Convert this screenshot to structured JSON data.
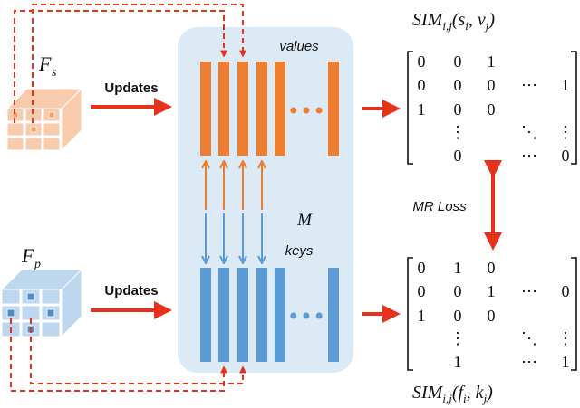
{
  "colors": {
    "orange": "#ED7D31",
    "orange_light": "#F8CBAD",
    "blue": "#5B9BD5",
    "blue_light": "#BDD7EE",
    "red": "#E8311B",
    "memory_bg": "#DCEAF6"
  },
  "memory": {
    "values_label": "values",
    "keys_label": "keys",
    "memory_label": "M",
    "ellipsis": "•••"
  },
  "left": {
    "fs_label": "F",
    "fs_sub": "s",
    "fp_label": "F",
    "fp_sub": "p",
    "updates_top": "Updates",
    "updates_bottom": "Updates"
  },
  "right": {
    "sim_top": {
      "main": "SIM",
      "sub": "i,j",
      "args": "(s",
      "arg1_sub": "i",
      "sep": ", v",
      "arg2_sub": "j",
      "close": ")"
    },
    "sim_bottom": {
      "main": "SIM",
      "sub": "i,j",
      "args": "(f",
      "arg1_sub": "i",
      "sep": ", k",
      "arg2_sub": "j",
      "close": ")"
    },
    "loss_label": "MR Loss",
    "matrix_top": [
      [
        "0",
        "0",
        "1",
        "",
        ""
      ],
      [
        "0",
        "0",
        "0",
        "⋯",
        "1"
      ],
      [
        "1",
        "0",
        "0",
        "",
        ""
      ],
      [
        "",
        "⋮",
        "",
        "⋱",
        "⋮"
      ],
      [
        "",
        "0",
        "",
        "⋯",
        "0"
      ]
    ],
    "matrix_bottom": [
      [
        "0",
        "1",
        "0",
        "",
        ""
      ],
      [
        "0",
        "0",
        "1",
        "⋯",
        "0"
      ],
      [
        "1",
        "0",
        "0",
        "",
        ""
      ],
      [
        "",
        "⋮",
        "",
        "⋱",
        "⋮"
      ],
      [
        "",
        "1",
        "",
        "⋯",
        "1"
      ]
    ]
  }
}
